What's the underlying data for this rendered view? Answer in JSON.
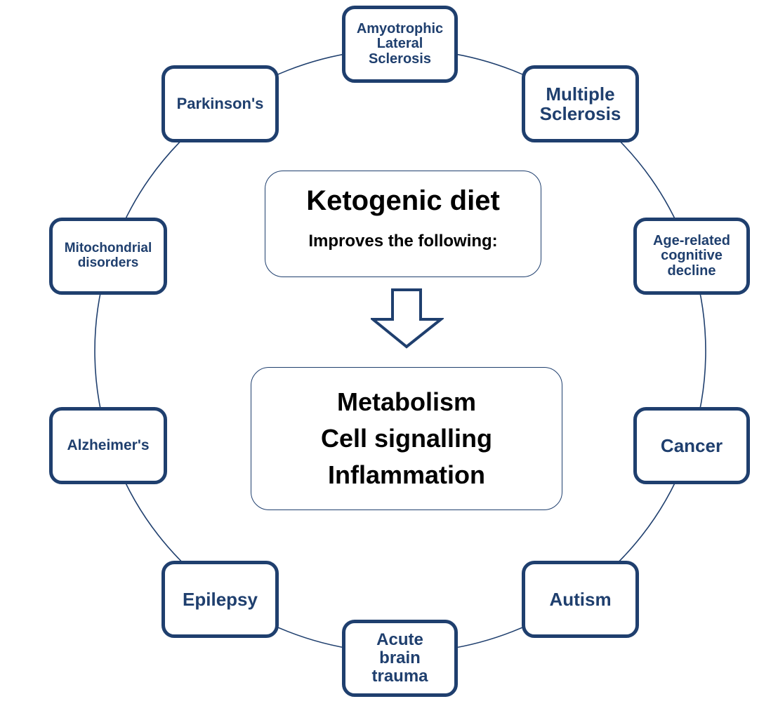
{
  "center": {
    "title": "Ketogenic diet",
    "subtitle": "Improves the following:"
  },
  "outcomes": [
    "Metabolism",
    "Cell signalling",
    "Inflammation"
  ],
  "conditions": {
    "als": "Amyotrophic\nLateral\nSclerosis",
    "ms": "Multiple\nSclerosis",
    "age_related": "Age-related\ncognitive\ndecline",
    "cancer": "Cancer",
    "autism": "Autism",
    "acute_brain_trauma": "Acute\nbrain\ntrauma",
    "epilepsy": "Epilepsy",
    "alzheimers": "Alzheimer's",
    "mitochondrial": "Mitochondrial\ndisorders",
    "parkinsons": "Parkinson's"
  },
  "colors": {
    "node_border": "#1f3f6e",
    "node_text": "#1f3f6e",
    "ring": "#1f3f6e",
    "center_text": "#000000"
  }
}
